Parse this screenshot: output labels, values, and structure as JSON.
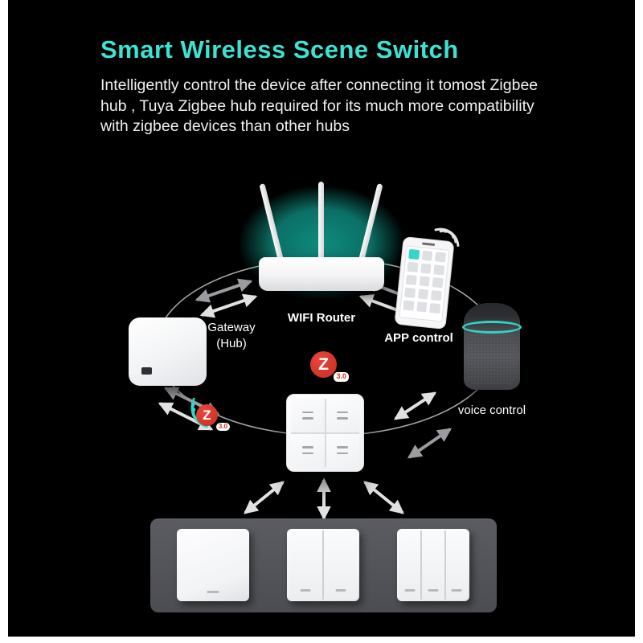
{
  "header": {
    "title": "Smart Wireless Scene Switch",
    "subtitle": "Intelligently control the device after connecting it tomost Zigbee hub , Tuya Zigbee hub required for its much more compatibility with zigbee devices than other hubs"
  },
  "diagram": {
    "labels": {
      "router": "WIFI Router",
      "gateway_line1": "Gateway",
      "gateway_line2": "(Hub)",
      "app": "APP control",
      "voice": "voice control"
    },
    "zigbee": {
      "letter": "Z",
      "version": "3.0"
    },
    "devices": [
      "wifi-router",
      "gateway-hub",
      "smartphone-app",
      "smart-speaker",
      "scene-switch-4-button",
      "wall-switch-1-gang",
      "wall-switch-2-gang",
      "wall-switch-3-gang"
    ]
  },
  "colors": {
    "accent_cyan": "#3ae3d3",
    "glow_teal": "#0f8a7d",
    "zigbee_red": "#d0372b",
    "speaker_ring_teal": "#32d2c6",
    "panel_gray": "#55565b",
    "background": "#000000"
  }
}
